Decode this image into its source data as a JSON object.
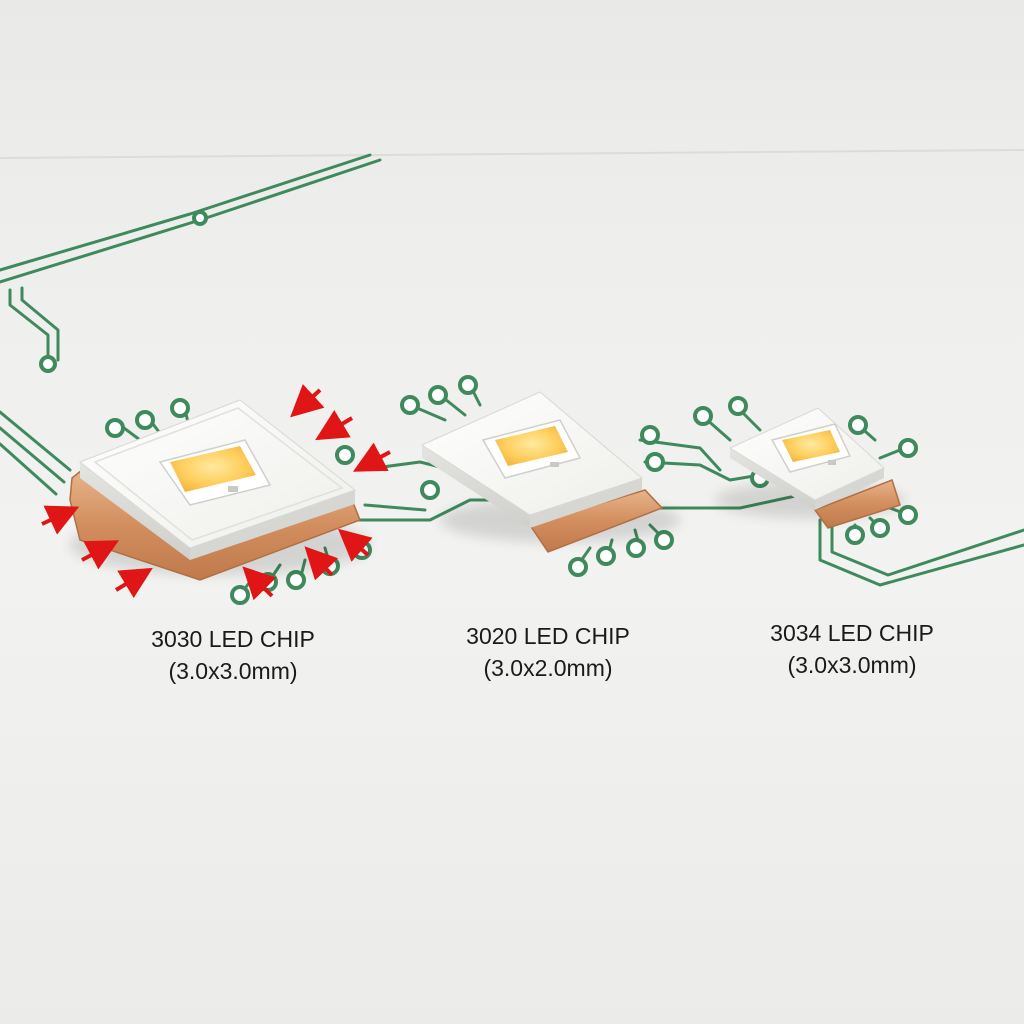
{
  "chips": [
    {
      "name": "3030 LED CHIP",
      "size": "(3.0x3.0mm)"
    },
    {
      "name": "3020 LED CHIP",
      "size": "(3.0x2.0mm)"
    },
    {
      "name": "3034 LED CHIP",
      "size": "(3.0x3.0mm)"
    }
  ],
  "colors": {
    "trace": "#3f8a5c",
    "copper": "#d99a6c",
    "package": "#f7f7f5",
    "led_emitter": "#ffd36b",
    "arrow": "#e01616"
  }
}
